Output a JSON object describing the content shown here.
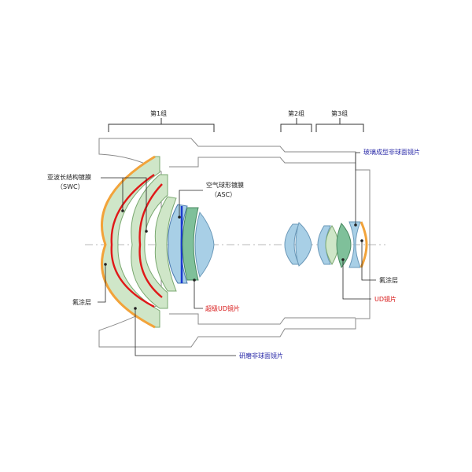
{
  "groups": {
    "g1": "第1组",
    "g2": "第2组",
    "g3": "第3组"
  },
  "labels": {
    "swc_line1": "亚波长结构镀膜",
    "swc_line2": "（SWC）",
    "asc_line1": "空气球形镀膜",
    "asc_line2": "（ASC）",
    "fluorine_left": "氟涂层",
    "super_ud": "超级UD镜片",
    "ground_aspherical": "研磨非球面镜片",
    "glass_molded_aspherical": "玻璃成型非球面镜片",
    "fluorine_right": "氟涂层",
    "ud": "UD镜片"
  },
  "colors": {
    "outline": "#8a8a8a",
    "lens_fill": "#cfe6c8",
    "lens_stroke": "#7aa870",
    "blue_lens": "#a8cfe6",
    "orange": "#f2a33a",
    "red": "#e01818",
    "label_blue": "#2a2aa8",
    "label_red": "#d81818",
    "leader": "#222222"
  }
}
